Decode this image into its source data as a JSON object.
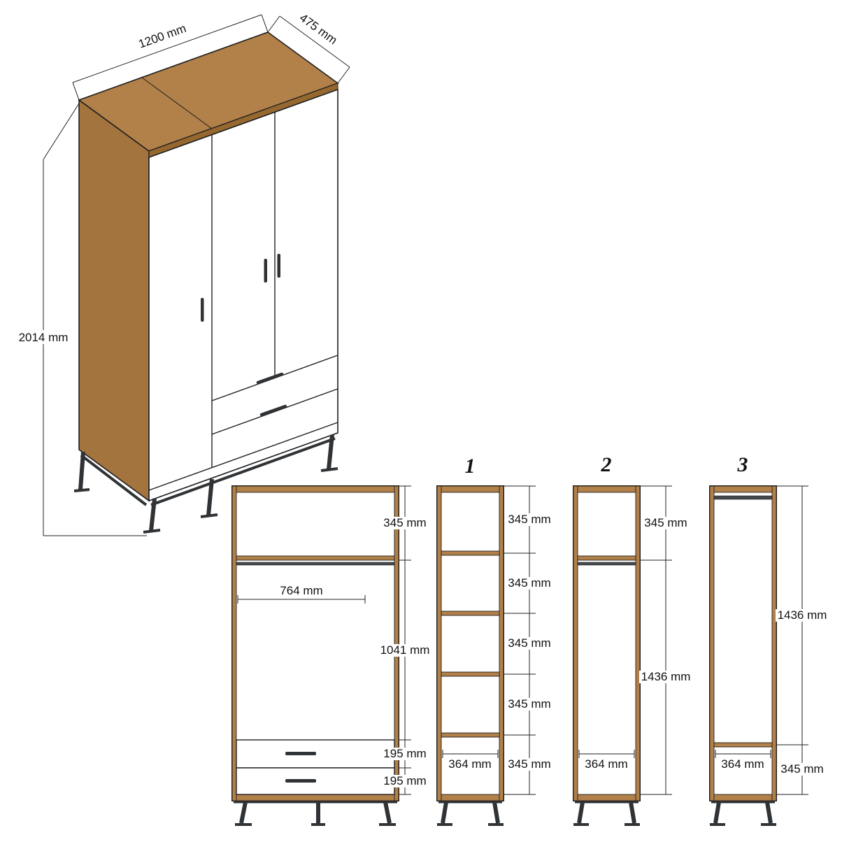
{
  "colors": {
    "background": "#ffffff",
    "walnut": "#b28049",
    "walnut_side": "#a3743e",
    "walnut_edge": "#96682f",
    "metal": "#45484d",
    "metal_dark": "#303336",
    "outline": "#1f1f1f"
  },
  "iso_view": {
    "width": "1200 mm",
    "depth": "475 mm",
    "height": "2014 mm"
  },
  "front_view": {
    "top_section": "345 mm",
    "rod_width": "764 mm",
    "middle_section": "1041 mm",
    "drawer_1": "195 mm",
    "drawer_2": "195 mm"
  },
  "section_1": {
    "label": "1",
    "compartments": [
      "345 mm",
      "345 mm",
      "345 mm",
      "345 mm",
      "345 mm"
    ],
    "width": "364 mm"
  },
  "section_2": {
    "label": "2",
    "top_section": "345 mm",
    "hanging_section": "1436 mm",
    "width": "364 mm"
  },
  "section_3": {
    "label": "3",
    "hanging_section": "1436 mm",
    "bottom_section": "345 mm",
    "width": "364 mm"
  }
}
